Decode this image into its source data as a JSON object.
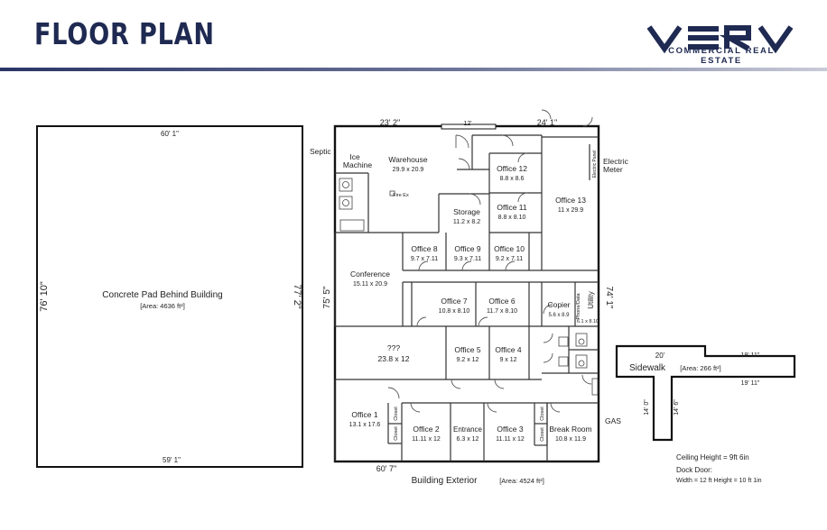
{
  "header": {
    "title": "FLOOR PLAN",
    "brand": "VERV",
    "brand_sub": "COMMERCIAL REAL ESTATE"
  },
  "pad": {
    "label": "Concrete Pad Behind Building",
    "area": "[Area: 4636 ft²]",
    "dim_top": "60' 1\"",
    "dim_bottom": "59' 1\"",
    "dim_left": "76' 10\"",
    "dim_right": "77' 2\""
  },
  "building": {
    "label": "Building Exterior",
    "area": "[Area: 4524 ft²]",
    "dims": {
      "top_left": "23' 2\"",
      "top_mid": "12'",
      "top_right": "24' 1\"",
      "bottom": "60' 7\"",
      "left": "75' 5\"",
      "right": "74' 1\""
    },
    "exterior_labels": {
      "septic": "Septic",
      "electric": "Electric",
      "meter": "Meter",
      "gas": "GAS"
    },
    "rooms": {
      "ice_machine": {
        "line1": "Ice",
        "line2": "Machine"
      },
      "warehouse": {
        "name": "Warehouse",
        "size": "29.9 x 20.9"
      },
      "fire_ex": "Fire Ex",
      "storage": {
        "name": "Storage",
        "size": "11.2 x 8.2"
      },
      "office12": {
        "name": "Office 12",
        "size": "8.8 x 8.6"
      },
      "office11": {
        "name": "Office 11",
        "size": "8.8 x 8.10"
      },
      "office13": {
        "name": "Office 13",
        "size": "11 x 29.9"
      },
      "electric_panel": "Electric Panel",
      "office8": {
        "name": "Office 8",
        "size": "9.7 x 7.11"
      },
      "office9": {
        "name": "Office 9",
        "size": "9.3 x 7.11"
      },
      "office10": {
        "name": "Office 10",
        "size": "9.2 x 7.11"
      },
      "conference": {
        "name": "Conference",
        "size": "15.11 x 20.9"
      },
      "office7": {
        "name": "Office 7",
        "size": "10.8 x 8.10"
      },
      "office6": {
        "name": "Office 6",
        "size": "11.7 x 8.10"
      },
      "copier": {
        "name": "Copier",
        "size": "5.6 x 8.9"
      },
      "phone_data": "Phone/Data",
      "utility": {
        "name": "Utility",
        "size": "6.1 x 8.10"
      },
      "unknown": {
        "name": "???",
        "size": "23.8 x 12"
      },
      "office5": {
        "name": "Office 5",
        "size": "9.2 x 12"
      },
      "office4": {
        "name": "Office 4",
        "size": "9 x 12"
      },
      "office1": {
        "name": "Office 1",
        "size": "13.1 x 17.6"
      },
      "closet": "Closet",
      "office2": {
        "name": "Office 2",
        "size": "11.11 x 12"
      },
      "entrance": {
        "name": "Entrance",
        "size": "6.3 x 12"
      },
      "office3": {
        "name": "Office 3",
        "size": "11.11 x 12"
      },
      "break_room": {
        "name": "Break Room",
        "size": "10.8 x 11.9"
      }
    }
  },
  "sidewalk": {
    "label": "Sidewalk",
    "area": "[Area: 266 ft²]",
    "dims": {
      "top_left": "20'",
      "top_right": "19' 11\"",
      "bottom_right": "19' 11\"",
      "stem": "14' 0\"",
      "stem_right": "14' 6\""
    }
  },
  "notes": {
    "ceiling": "Ceiling Height = 9ft 6in",
    "dock_title": "Dock Door:",
    "dock_dims": "Width = 12 ft  Height = 10 ft 1in"
  },
  "colors": {
    "navy": "#1f2a52",
    "wall": "#111111",
    "line": "#444444"
  }
}
